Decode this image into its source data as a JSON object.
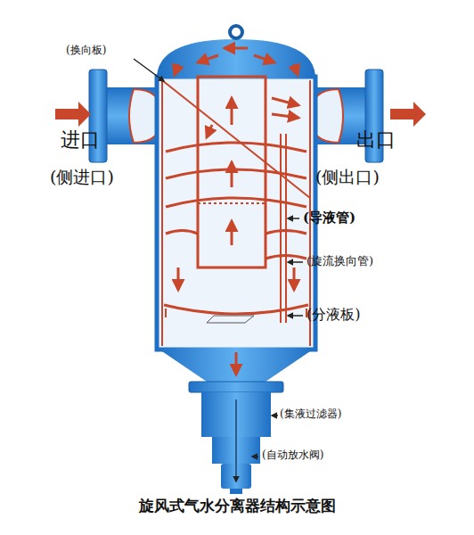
{
  "diagram": {
    "caption": "旋风式气水分离器结构示意图",
    "labels": [
      "(换向板)",
      "进口",
      "出口",
      "(侧进口)",
      "(侧出口)",
      "(导液管)",
      "(旋流换向管)",
      "(分液板)",
      "(集液过滤器)",
      "(自动放水阀)"
    ]
  }
}
